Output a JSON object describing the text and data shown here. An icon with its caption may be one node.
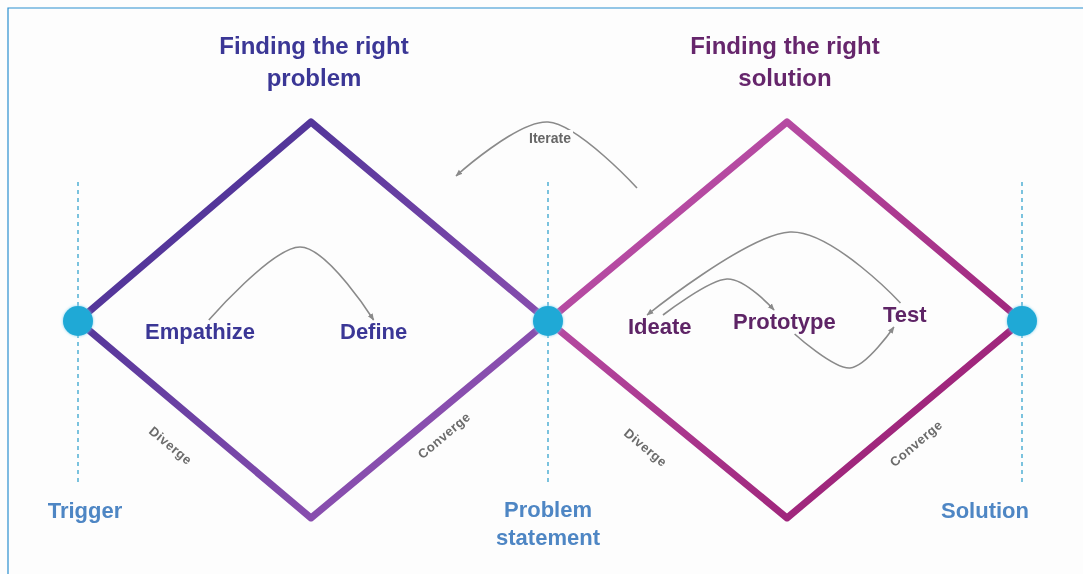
{
  "diagram": {
    "nodes": [
      {
        "text": [
          "Finding the right problem"
        ]
      },
      {
        "text": [
          "Empathize"
        ],
        "in": 0
      },
      {
        "text": [
          "Define"
        ],
        "in": 0
      },
      {
        "text": [
          "Finding the right solution"
        ]
      },
      {
        "text": [
          "Ideate"
        ],
        "in": 3
      },
      {
        "text": [
          "Prototype"
        ],
        "in": 3
      },
      {
        "text": [
          "Test"
        ],
        "in": 3
      },
      {
        "text": [],
        "shape": "circle"
      },
      {
        "text": [],
        "shape": "circle"
      },
      {
        "text": [],
        "shape": "circle"
      }
    ],
    "edges": [
      {
        "from": 3,
        "to": 0,
        "arrow": "to",
        "label": "Iterate"
      },
      {
        "from": 1,
        "to": 2,
        "arrow": "to"
      },
      {
        "from": 6,
        "to": 4,
        "arrow": "to"
      },
      {
        "from": 4,
        "to": 5,
        "arrow": "to"
      },
      {
        "from": 5,
        "to": 6,
        "arrow": "to"
      }
    ],
    "labels": [
      "Diverge",
      "Converge",
      "Diverge",
      "Converge",
      "Trigger",
      "Problem statement",
      "Solution"
    ]
  }
}
